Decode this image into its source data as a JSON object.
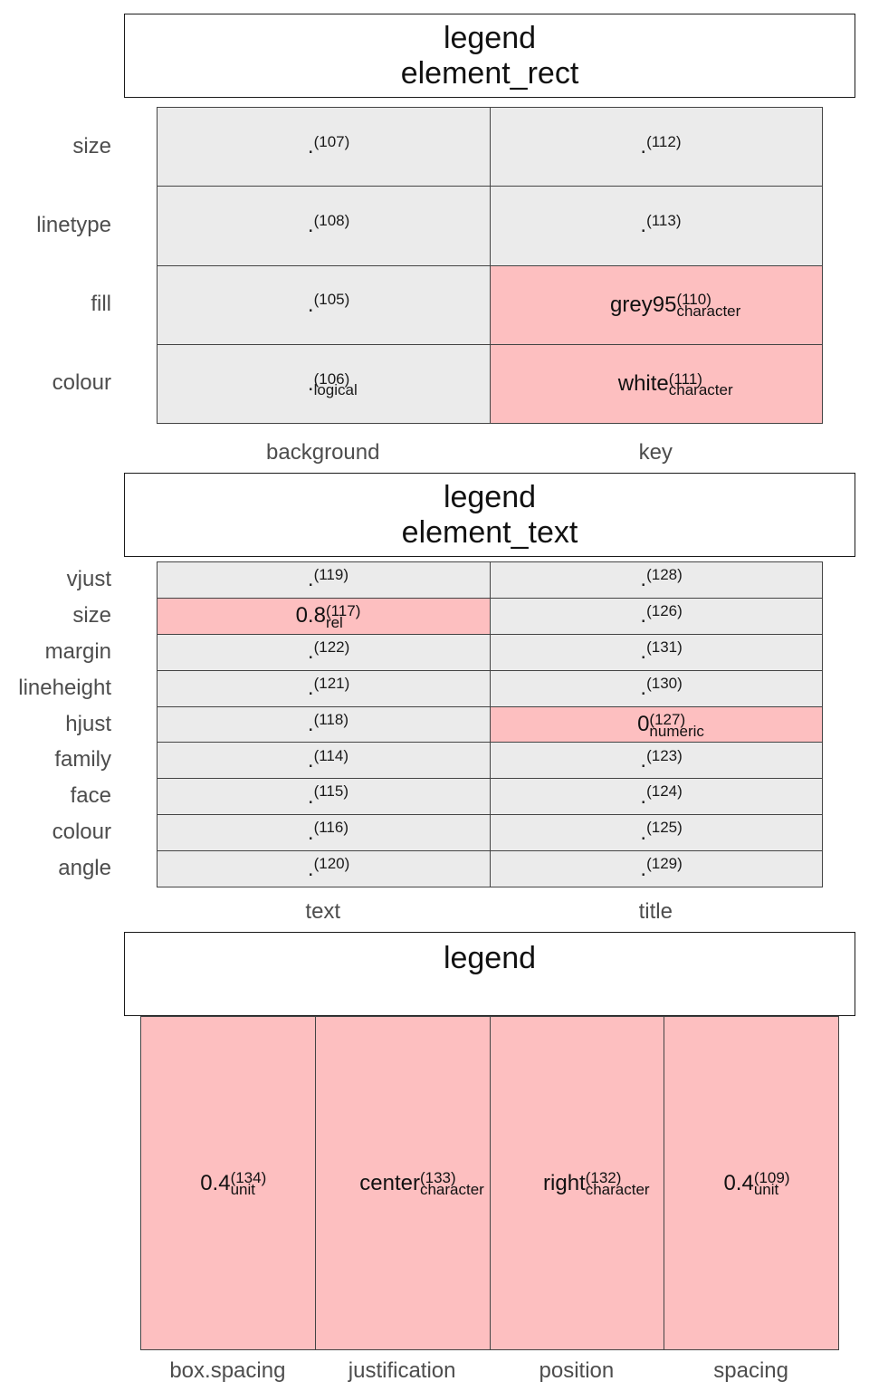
{
  "panels": [
    {
      "title_lines": [
        "legend",
        "element_rect"
      ],
      "rows": [
        "size",
        "linetype",
        "fill",
        "colour"
      ],
      "columns": [
        "background",
        "key"
      ],
      "cells": [
        [
          {
            "value": ".",
            "index": "(107)",
            "type": "",
            "highlight": false
          },
          {
            "value": ".",
            "index": "(112)",
            "type": "",
            "highlight": false
          }
        ],
        [
          {
            "value": ".",
            "index": "(108)",
            "type": "",
            "highlight": false
          },
          {
            "value": ".",
            "index": "(113)",
            "type": "",
            "highlight": false
          }
        ],
        [
          {
            "value": ".",
            "index": "(105)",
            "type": "",
            "highlight": false
          },
          {
            "value": "grey95",
            "index": "(110)",
            "type": "character",
            "highlight": true
          }
        ],
        [
          {
            "value": ".",
            "index": "(106)",
            "type": "logical",
            "highlight": false
          },
          {
            "value": "white",
            "index": "(111)",
            "type": "character",
            "highlight": true
          }
        ]
      ]
    },
    {
      "title_lines": [
        "legend",
        "element_text"
      ],
      "rows": [
        "vjust",
        "size",
        "margin",
        "lineheight",
        "hjust",
        "family",
        "face",
        "colour",
        "angle"
      ],
      "columns": [
        "text",
        "title"
      ],
      "cells": [
        [
          {
            "value": ".",
            "index": "(119)",
            "type": "",
            "highlight": false
          },
          {
            "value": ".",
            "index": "(128)",
            "type": "",
            "highlight": false
          }
        ],
        [
          {
            "value": "0.8",
            "index": "(117)",
            "type": "rel",
            "highlight": true
          },
          {
            "value": ".",
            "index": "(126)",
            "type": "",
            "highlight": false
          }
        ],
        [
          {
            "value": ".",
            "index": "(122)",
            "type": "",
            "highlight": false
          },
          {
            "value": ".",
            "index": "(131)",
            "type": "",
            "highlight": false
          }
        ],
        [
          {
            "value": ".",
            "index": "(121)",
            "type": "",
            "highlight": false
          },
          {
            "value": ".",
            "index": "(130)",
            "type": "",
            "highlight": false
          }
        ],
        [
          {
            "value": ".",
            "index": "(118)",
            "type": "",
            "highlight": false
          },
          {
            "value": "0",
            "index": "(127)",
            "type": "numeric",
            "highlight": true
          }
        ],
        [
          {
            "value": ".",
            "index": "(114)",
            "type": "",
            "highlight": false
          },
          {
            "value": ".",
            "index": "(123)",
            "type": "",
            "highlight": false
          }
        ],
        [
          {
            "value": ".",
            "index": "(115)",
            "type": "",
            "highlight": false
          },
          {
            "value": ".",
            "index": "(124)",
            "type": "",
            "highlight": false
          }
        ],
        [
          {
            "value": ".",
            "index": "(116)",
            "type": "",
            "highlight": false
          },
          {
            "value": ".",
            "index": "(125)",
            "type": "",
            "highlight": false
          }
        ],
        [
          {
            "value": ".",
            "index": "(120)",
            "type": "",
            "highlight": false
          },
          {
            "value": ".",
            "index": "(129)",
            "type": "",
            "highlight": false
          }
        ]
      ]
    },
    {
      "title_lines": [
        "legend"
      ],
      "rows": [
        ""
      ],
      "columns": [
        "box.spacing",
        "justification",
        "position",
        "spacing"
      ],
      "cells": [
        [
          {
            "value": "0.4",
            "index": "(134)",
            "type": "unit",
            "highlight": true
          },
          {
            "value": "center",
            "index": "(133)",
            "type": "character",
            "highlight": true
          },
          {
            "value": "right",
            "index": "(132)",
            "type": "character",
            "highlight": true
          },
          {
            "value": "0.4",
            "index": "(109)",
            "type": "unit",
            "highlight": true
          }
        ]
      ]
    }
  ],
  "colors": {
    "highlight": "#fdbfc0",
    "default_cell": "#ebebeb"
  }
}
